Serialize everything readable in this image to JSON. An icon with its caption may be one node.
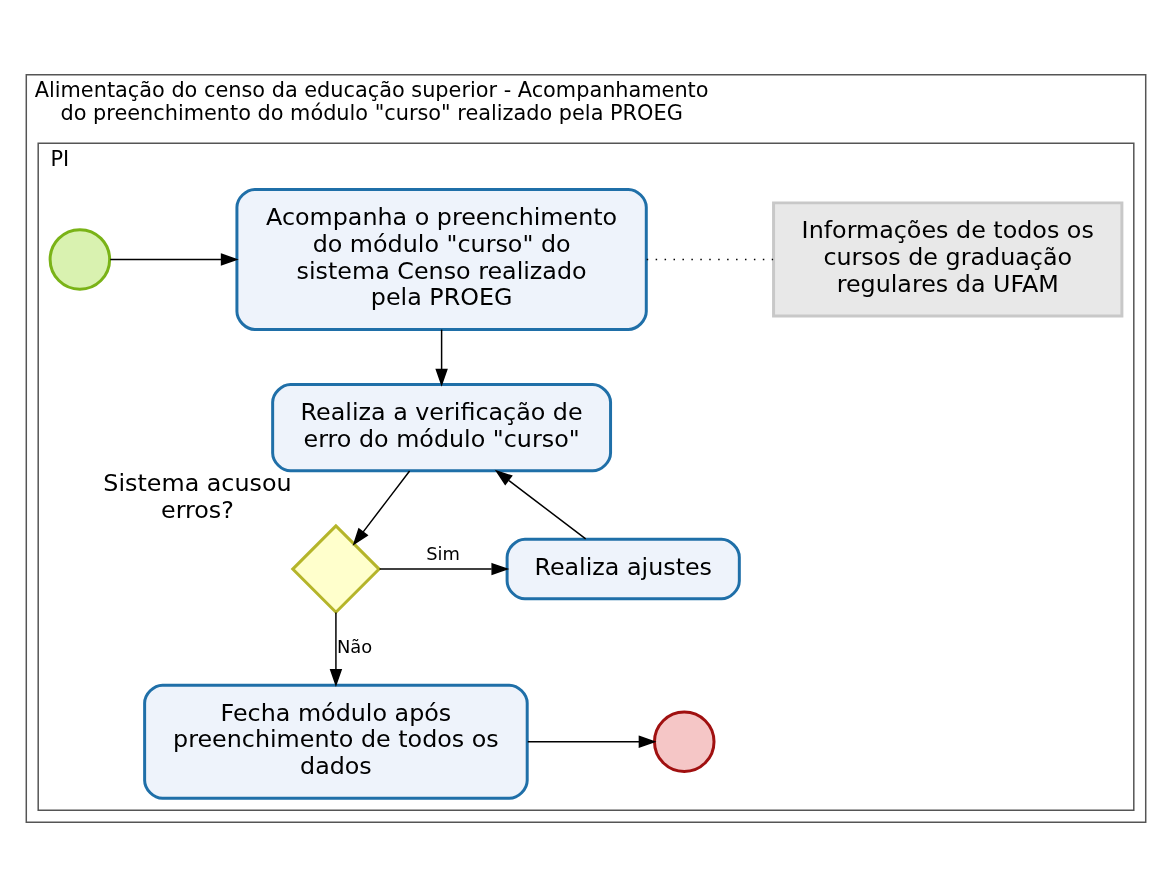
{
  "diagram": {
    "nodes": [
      {
        "text": [
          "Alimentação do censo da educação superior - Acompanhamento do preenchimento do módulo \"curso\" realizado pela PROEG"
        ]
      },
      {
        "text": [
          "PI"
        ],
        "in": 0
      },
      {
        "text": [],
        "shape": "circle",
        "in": 1
      },
      {
        "text": [
          "Acompanha o preenchimento do módulo \"curso\" do sistema Censo realizado pela PROEG"
        ],
        "in": 1
      },
      {
        "text": [
          "Informações de todos os cursos de graduação regulares da UFAM"
        ],
        "in": 1
      },
      {
        "text": [
          "Realiza a verificação de erro do módulo \"curso\""
        ],
        "in": 1
      },
      {
        "text": [],
        "shape": "diamond",
        "beside": [
          "Sistema acusou erros?"
        ],
        "in": 1
      },
      {
        "text": [
          "Realiza ajustes"
        ],
        "in": 1
      },
      {
        "text": [
          "Fecha módulo após preenchimento de todos os dados"
        ],
        "in": 1
      },
      {
        "text": [],
        "shape": "circle",
        "in": 1
      }
    ],
    "edges": [
      {
        "from": 2,
        "to": 3,
        "arrow": "to"
      },
      {
        "from": 3,
        "to": 4,
        "arrow": "none",
        "style": "dashed"
      },
      {
        "from": 3,
        "to": 5,
        "arrow": "to"
      },
      {
        "from": 5,
        "to": 6,
        "arrow": "to"
      },
      {
        "from": 6,
        "to": 7,
        "arrow": "to",
        "label": "Sim"
      },
      {
        "from": 6,
        "to": 8,
        "arrow": "to",
        "label": "Não"
      },
      {
        "from": 7,
        "to": 5,
        "arrow": "to"
      },
      {
        "from": 8,
        "to": 9,
        "arrow": "to"
      }
    ]
  }
}
